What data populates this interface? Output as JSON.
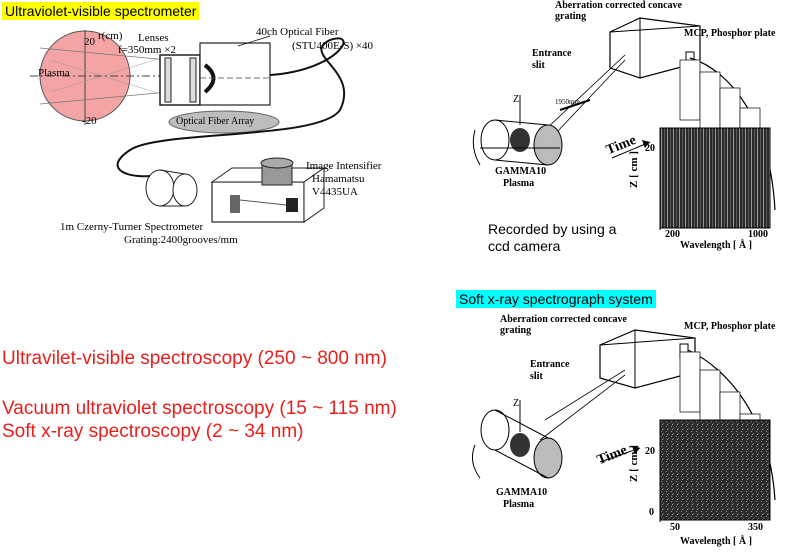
{
  "top_left": {
    "title": "Ultraviolet-visible spectrometer",
    "y_20": "20",
    "y_unit": "r(cm)",
    "y_neg20": "-20",
    "plasma": "Plasma",
    "lenses": "Lenses",
    "lens_spec": "f=350mm ×2",
    "fiber": "40ch Optical Fiber",
    "fiber_model": "(STU400E-S) ×40",
    "fiber_array": "Optical Fiber Array",
    "intensifier": "Image Intensifier",
    "hamamatsu": "Hamamatsu",
    "model": "V4435UA",
    "spectrometer": "1m Czerny-Turner Spectrometer",
    "grating": "Grating:2400grooves/mm"
  },
  "top_right": {
    "grating_title": "Aberration corrected concave grating",
    "mcp": "MCP, Phosphor plate",
    "entrance": "Entrance slit",
    "distance": "1950mm",
    "z": "Z",
    "time": "Time",
    "gamma": "GAMMA10",
    "plasma": "Plasma",
    "y_tick_20": "20",
    "y_axis": "Z [ cm ]",
    "x_tick_200": "200",
    "x_tick_1000": "1000",
    "x_axis": "Wavelength [ Å ]",
    "recorded_line1": "Recorded by using a",
    "recorded_line2": "ccd camera"
  },
  "bottom_right": {
    "title": "Soft x-ray spectrograph system",
    "grating_title": "Aberration corrected concave grating",
    "mcp": "MCP, Phosphor plate",
    "entrance": "Entrance slit",
    "z": "Z",
    "time": "Time",
    "gamma": "GAMMA10",
    "plasma": "Plasma",
    "y_tick_20": "20",
    "y_tick_0": "0",
    "y_axis": "Z [ cm ]",
    "x_tick_50": "50",
    "x_tick_350": "350",
    "x_axis": "Wavelength [ Å ]"
  },
  "left_text": {
    "line1": "Ultravilet-visible spectroscopy (250 ~ 800 nm)",
    "line2": "Vacuum ultraviolet spectroscopy (15 ~ 115 nm)",
    "line3": "Soft x-ray spectroscopy (2 ~ 34 nm)"
  },
  "colors": {
    "plasma_fill": "#f4a4a4",
    "red_text": "#e8201d",
    "yellow": "#ffff00",
    "cyan": "#00ffff"
  }
}
